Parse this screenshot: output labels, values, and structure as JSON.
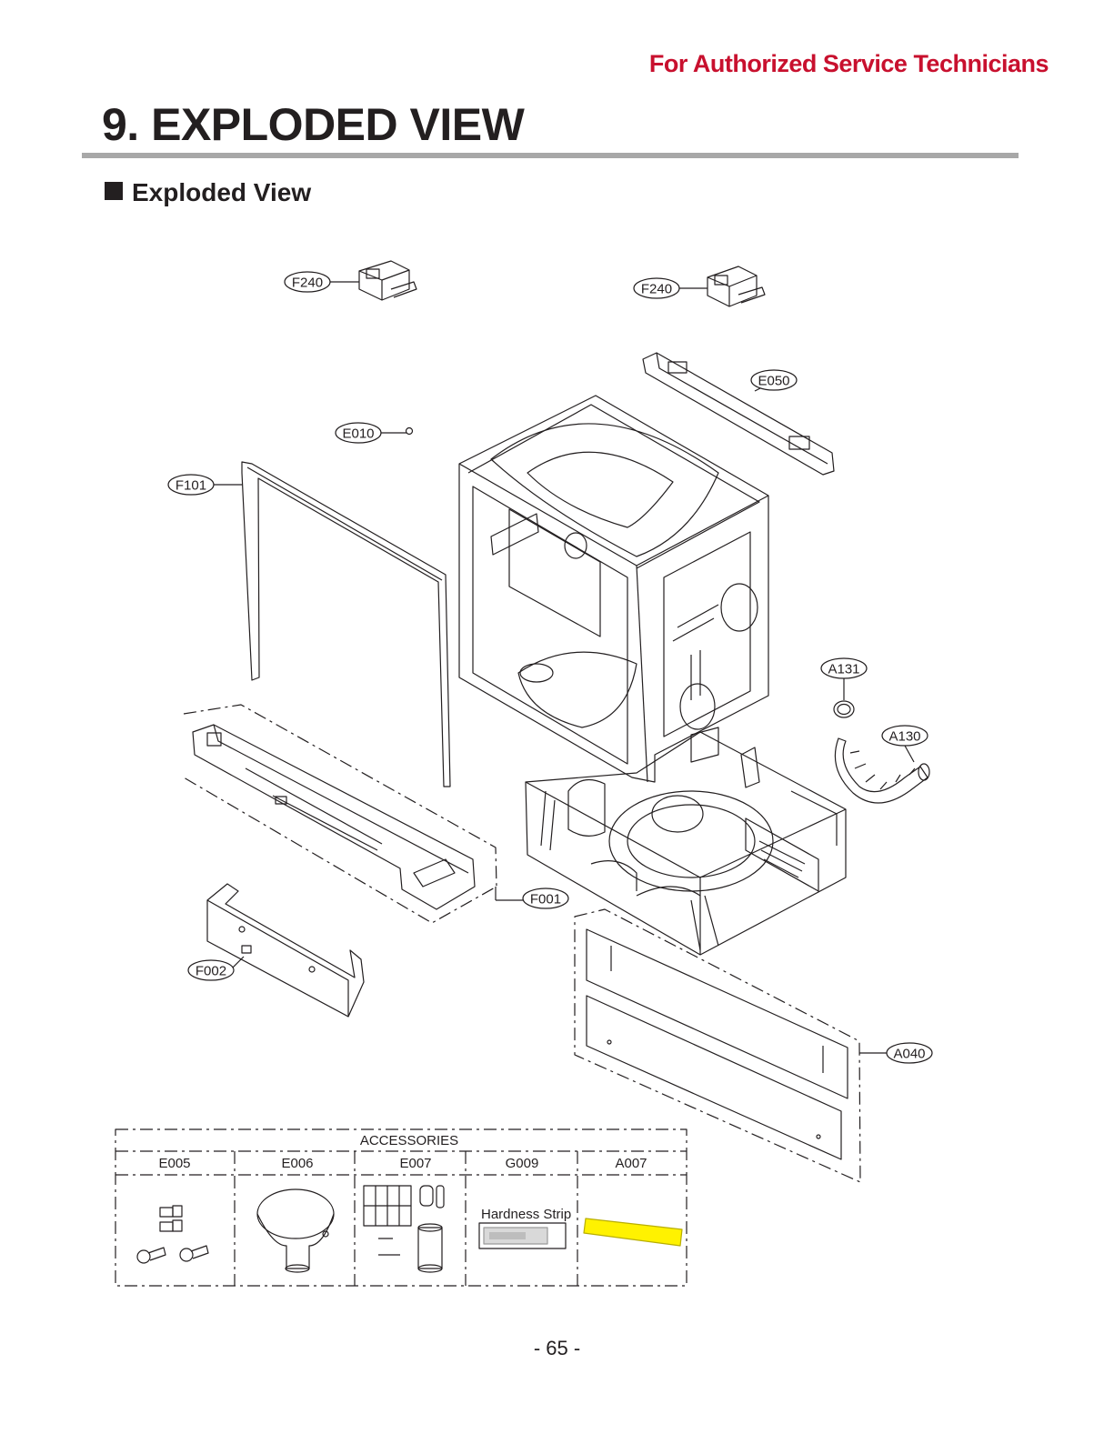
{
  "header": {
    "note": "For Authorized Service Technicians",
    "title": "9. EXPLODED VIEW",
    "section": "Exploded View"
  },
  "callouts": {
    "f240_left": "F240",
    "f240_right": "F240",
    "e050": "E050",
    "e010": "E010",
    "f101": "F101",
    "a131": "A131",
    "a130": "A130",
    "f001": "F001",
    "f002": "F002",
    "a040": "A040"
  },
  "accessories": {
    "title": "ACCESSORIES",
    "columns": [
      "E005",
      "E006",
      "E007",
      "G009",
      "A007"
    ],
    "hardness_strip_label": "Hardness Strip"
  },
  "colors": {
    "header_red": "#c8102e",
    "strip_yellow": "#fff200"
  },
  "footer": {
    "page_number": "- 65 -"
  }
}
